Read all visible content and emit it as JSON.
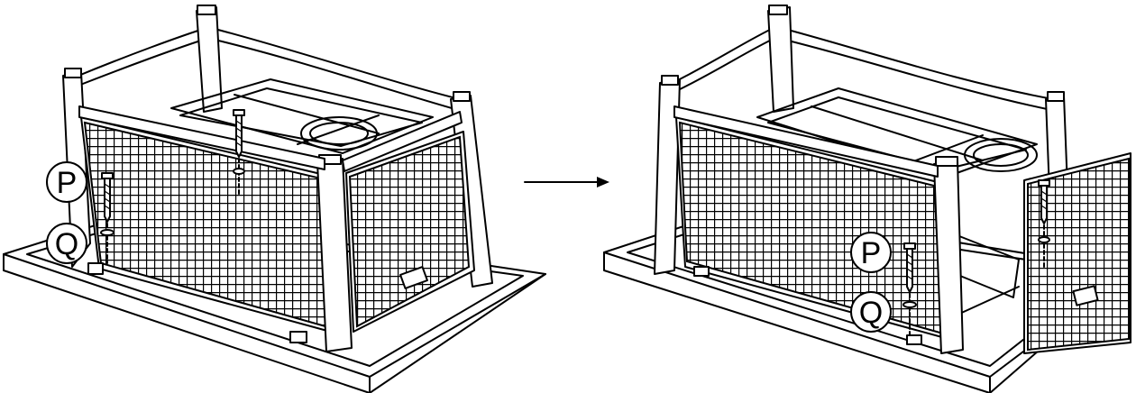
{
  "figure": {
    "step_before": {
      "callouts": [
        {
          "letter": "P"
        },
        {
          "letter": "Q"
        }
      ]
    },
    "step_after": {
      "callouts": [
        {
          "letter": "P"
        },
        {
          "letter": "Q"
        }
      ]
    }
  },
  "colors": {
    "line": "#000000",
    "background": "#ffffff"
  }
}
